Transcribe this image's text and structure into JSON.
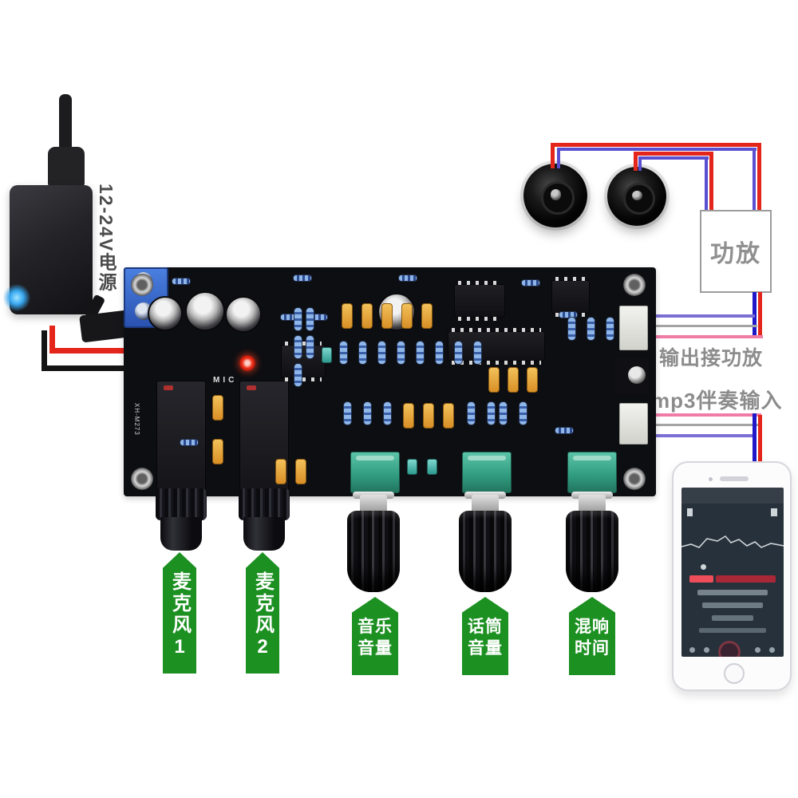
{
  "diagram": {
    "power_label": "12-24V电源",
    "amp_box_label": "功放",
    "output_label": "输出接功放",
    "mp3_label": "mp3伴奏输入",
    "tags": {
      "mic1": "麦克风1",
      "mic2": "麦克风2",
      "music_volume": "音乐音量",
      "mic_volume": "话筒音量",
      "reverb_time": "混响时间"
    },
    "board": {
      "mic_silkscreen": "MIC",
      "model": "XH-M273"
    },
    "colors": {
      "tag_green": "#1d9022",
      "wire_red": "#e3251b",
      "wire_black": "#141414",
      "wire_dark_blue": "#2018c8",
      "wire_purple": "#7b6fd4",
      "wire_pink": "#f07ca6",
      "wire_gray": "#a4a4a6",
      "annotation_gray": "#8c8c8c",
      "pcb_black": "#0d0e12"
    }
  }
}
